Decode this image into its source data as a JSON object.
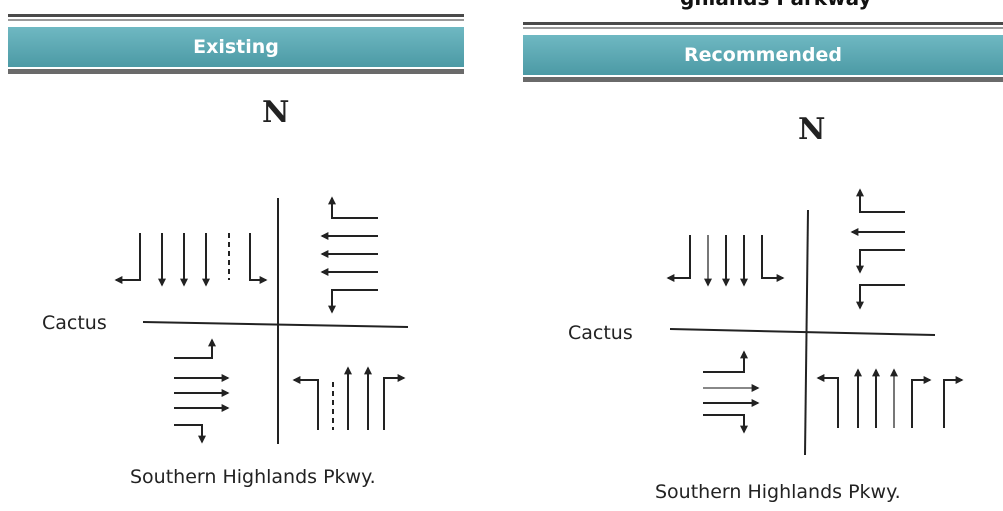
{
  "page": {
    "top_title": "ghlands Parkway"
  },
  "panels": [
    {
      "heading": "Existing",
      "north_label": "N",
      "ew_street": "Cactus",
      "ns_street": "Southern Highlands Pkwy."
    },
    {
      "heading": "Recommended",
      "north_label": "N",
      "ew_street": "Cactus",
      "ns_street": "Southern Highlands Pkwy."
    }
  ],
  "colors": {
    "banner": "#5aa9b3",
    "banner_text": "#ffffff",
    "line": "#222222"
  }
}
